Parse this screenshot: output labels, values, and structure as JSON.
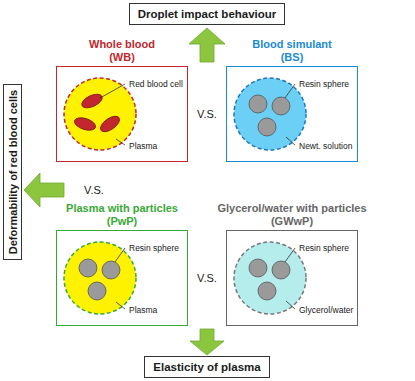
{
  "diagram": {
    "nodes": [
      {
        "text": [
          "Droplet impact behaviour"
        ]
      },
      {
        "text": [
          "Whole blood (WB)",
          "Red blood cell",
          "Plasma"
        ]
      },
      {
        "text": [
          "Blood simulant (BS)",
          "Resin sphere",
          "Newt. solution"
        ]
      },
      {
        "text": [
          "Deformability of red blood cells"
        ]
      },
      {
        "text": [
          "Plasma with particles (PwP)",
          "Resin sphere",
          "Plasma"
        ]
      },
      {
        "text": [
          "Glycerol/water with particles (GWwP)",
          "Resin sphere",
          "Glycerol/water"
        ]
      },
      {
        "text": [
          "Elasticity of plasma"
        ]
      }
    ],
    "labels": [
      "V.S.",
      "V.S.",
      "V.S."
    ]
  }
}
